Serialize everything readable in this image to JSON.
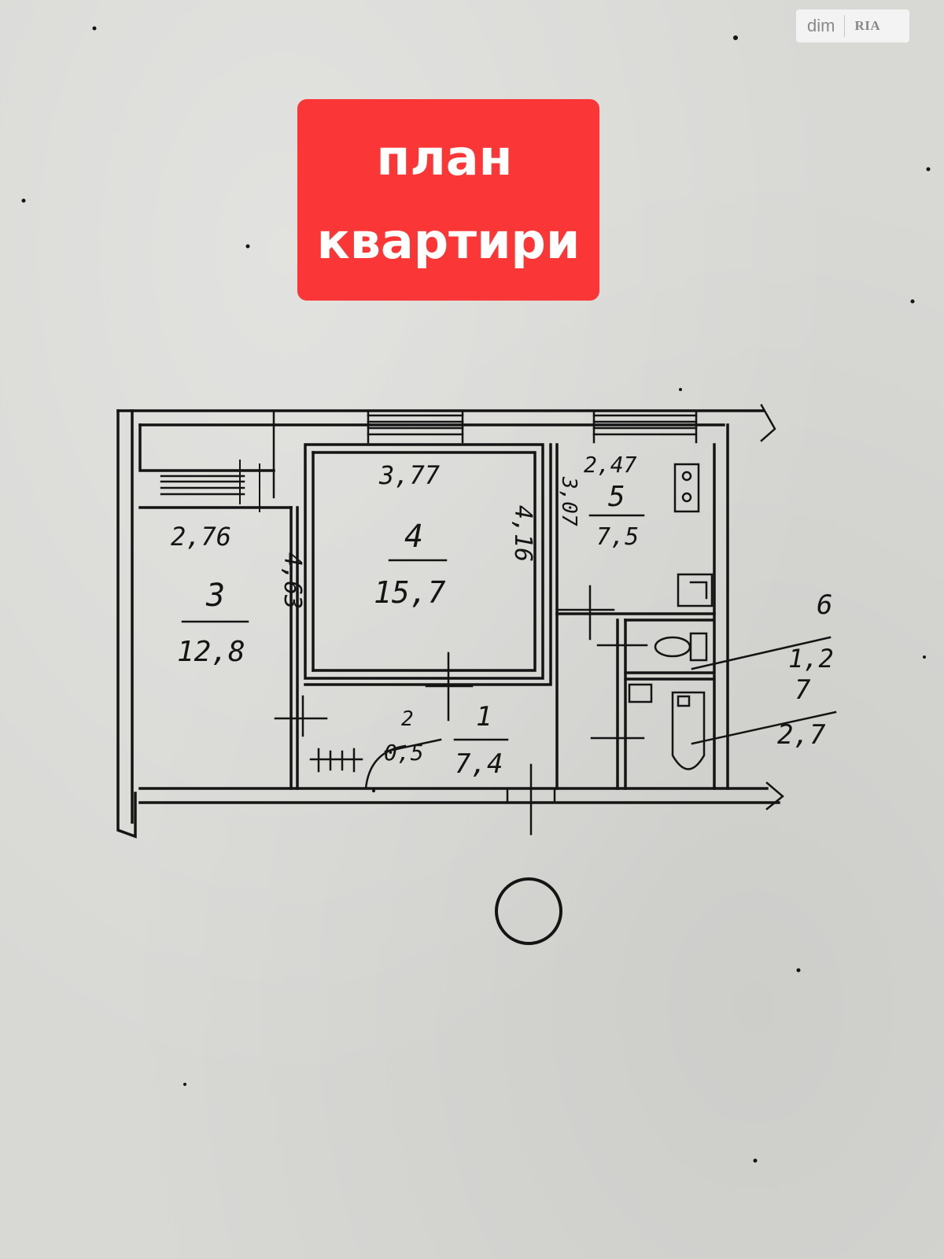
{
  "watermark": {
    "brand_text": "dim",
    "logo_text": "RIA"
  },
  "banner": {
    "line1": "план",
    "line2": "квартири"
  },
  "rooms": {
    "r1": {
      "number": "1",
      "area": "7,4"
    },
    "r2": {
      "number": "2",
      "area": "0,5"
    },
    "r3": {
      "number": "3",
      "area": "12,8",
      "width": "2,76",
      "length": "4,63"
    },
    "r4": {
      "number": "4",
      "area": "15,7",
      "width": "3,77",
      "length": "4,16"
    },
    "r5": {
      "number": "5",
      "area": "7,5",
      "width": "2,47",
      "length": "3,07"
    },
    "r6": {
      "number": "6",
      "area": "1,2"
    },
    "r7": {
      "number": "7",
      "area": "2,7"
    }
  },
  "colors": {
    "banner": "#fb3636",
    "ink": "#141414",
    "paper": "#d8d8d5"
  }
}
